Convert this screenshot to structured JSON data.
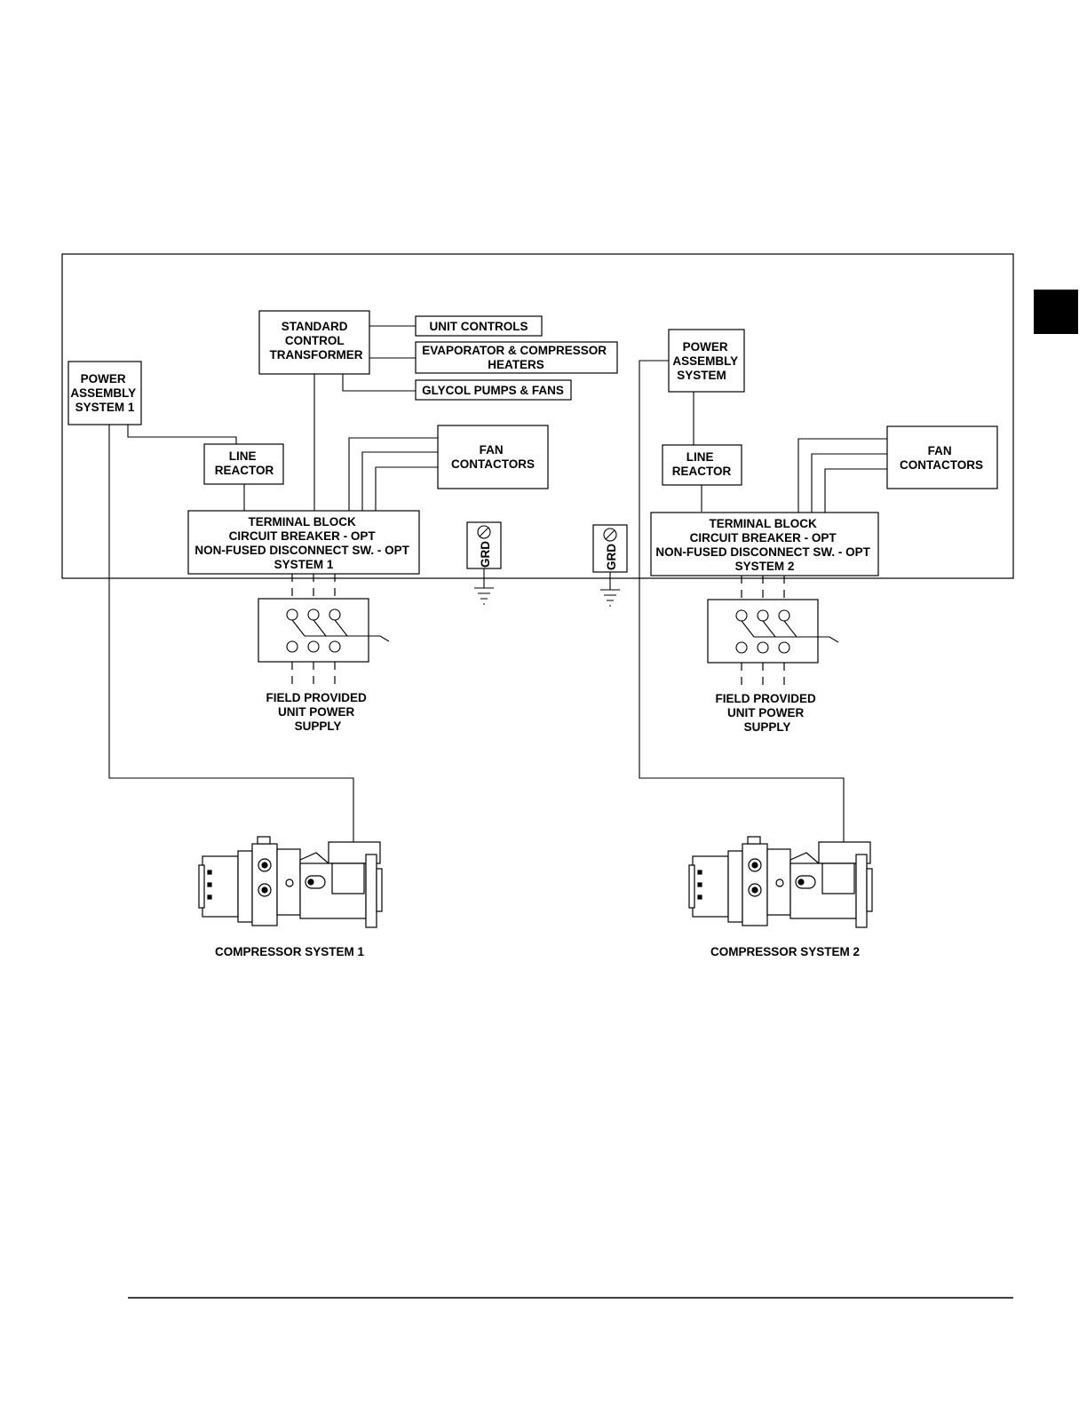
{
  "diagram": {
    "power_assembly_1": [
      "POWER",
      "ASSEMBLY",
      "SYSTEM 1"
    ],
    "power_assembly_2": [
      "POWER",
      "ASSEMBLY",
      "SYSTEM"
    ],
    "control_transformer": [
      "STANDARD",
      "CONTROL",
      "TRANSFORMER"
    ],
    "unit_controls": "UNIT CONTROLS",
    "evaporator_heaters": [
      "EVAPORATOR & COMPRESSOR",
      "HEATERS"
    ],
    "glycol_pumps": "GLYCOL PUMPS & FANS",
    "line_reactor": [
      "LINE",
      "REACTOR"
    ],
    "fan_contactors": [
      "FAN",
      "CONTACTORS"
    ],
    "terminal_block_1": [
      "TERMINAL BLOCK",
      "CIRCUIT BREAKER - OPT",
      "NON-FUSED DISCONNECT SW. - OPT",
      "SYSTEM 1"
    ],
    "terminal_block_2": [
      "TERMINAL BLOCK",
      "CIRCUIT BREAKER - OPT",
      "NON-FUSED DISCONNECT SW. - OPT",
      "SYSTEM 2"
    ],
    "ground": "GRD",
    "field_supply": [
      "FIELD PROVIDED",
      "UNIT POWER",
      "SUPPLY"
    ],
    "compressor_1": "COMPRESSOR SYSTEM 1",
    "compressor_2": "COMPRESSOR SYSTEM 2"
  }
}
